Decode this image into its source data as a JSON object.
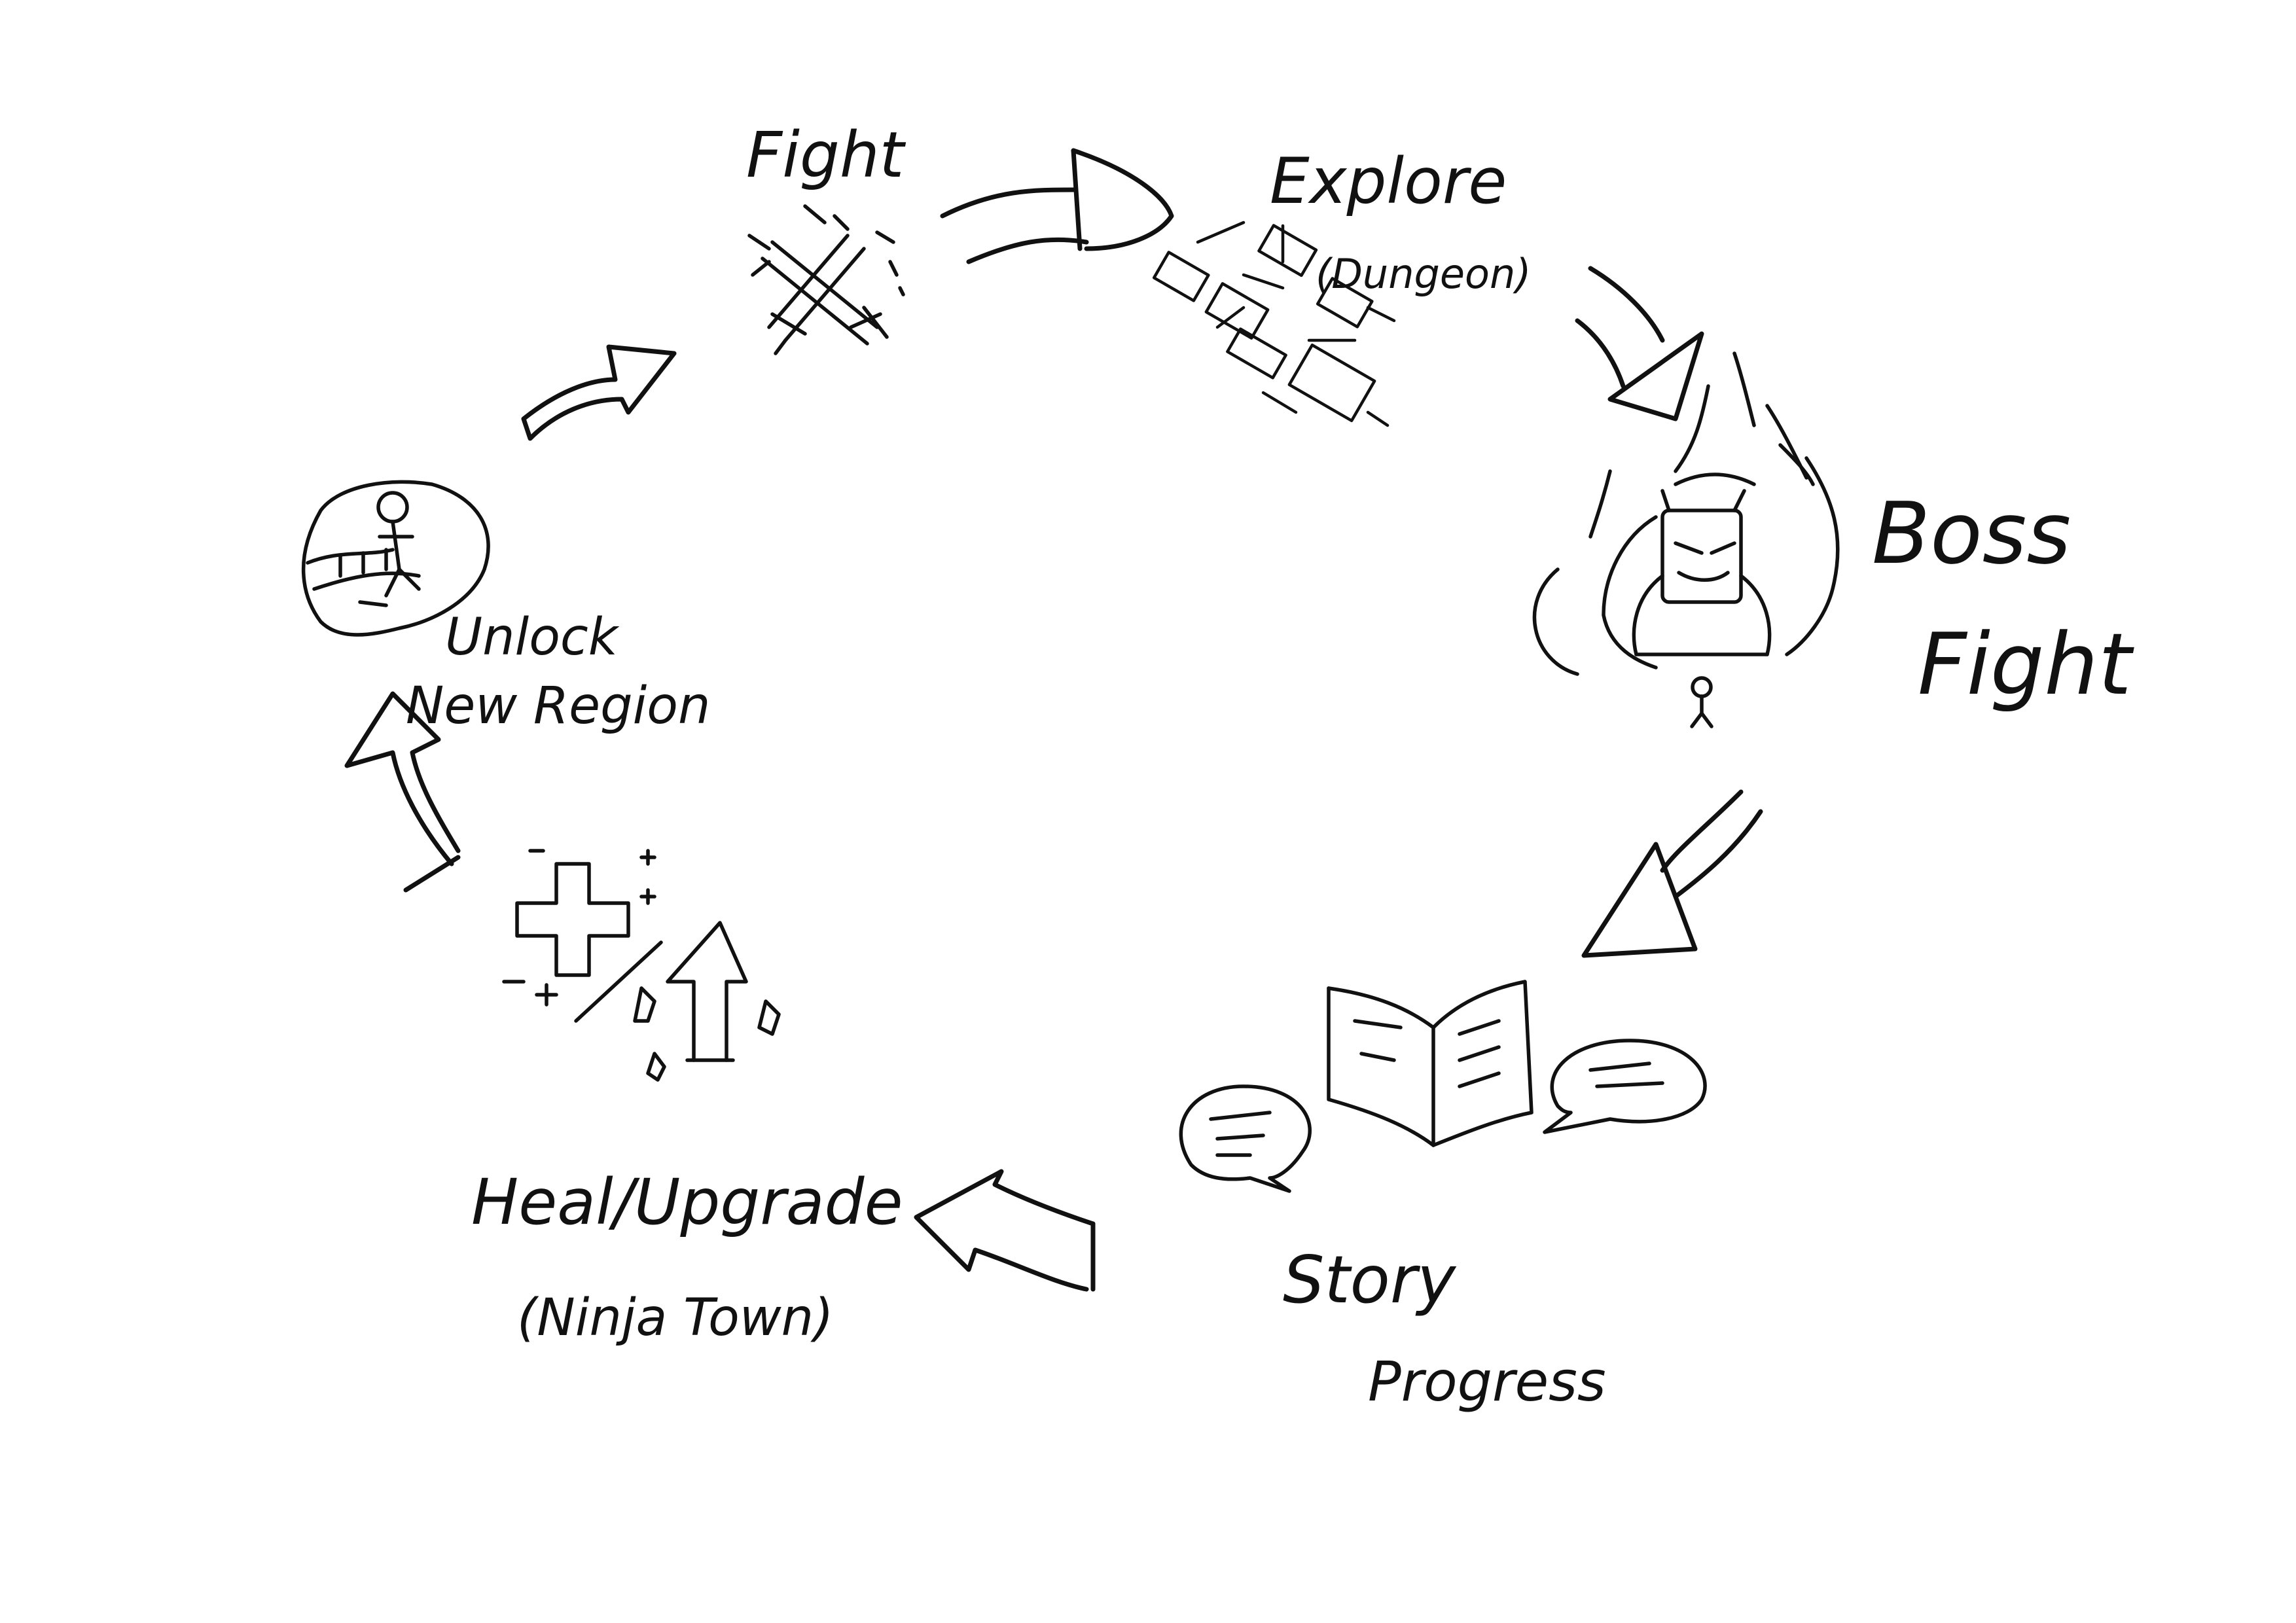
{
  "diagram": {
    "ink_color": "#111111",
    "background": "#ffffff",
    "stages": [
      {
        "id": "fight",
        "label_lines": [
          "Fight"
        ],
        "icon": "crossed-swords-icon"
      },
      {
        "id": "explore",
        "label_lines": [
          "Explore",
          "(Dungeon)"
        ],
        "icon": "dungeon-map-icon"
      },
      {
        "id": "boss",
        "label_lines": [
          "Boss",
          "Fight"
        ],
        "icon": "boss-monster-icon"
      },
      {
        "id": "story",
        "label_lines": [
          "Story",
          "Progress"
        ],
        "icon": "open-book-icon"
      },
      {
        "id": "heal",
        "label_lines": [
          "Heal/Upgrade",
          "(Ninja Town)"
        ],
        "icon": "health-upgrade-icon"
      },
      {
        "id": "unlock",
        "label_lines": [
          "Unlock",
          "New Region"
        ],
        "icon": "region-map-icon"
      }
    ],
    "arrows": [
      {
        "from": "unlock",
        "to": "fight"
      },
      {
        "from": "fight",
        "to": "explore"
      },
      {
        "from": "explore",
        "to": "boss"
      },
      {
        "from": "boss",
        "to": "story"
      },
      {
        "from": "story",
        "to": "heal"
      },
      {
        "from": "heal",
        "to": "unlock"
      }
    ]
  }
}
